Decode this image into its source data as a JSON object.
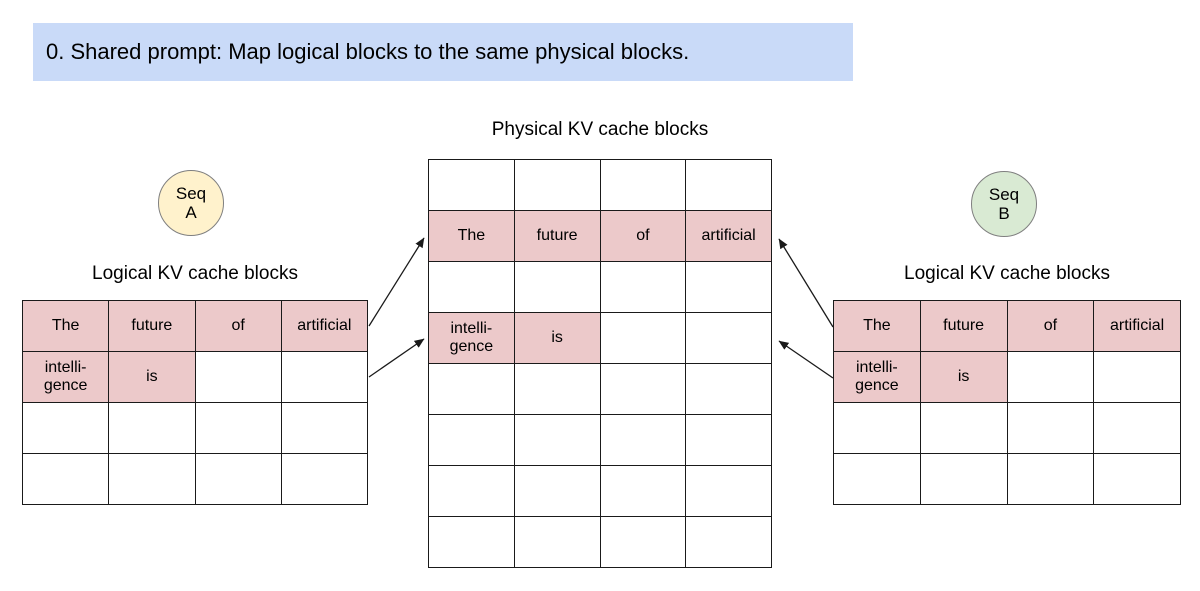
{
  "colors": {
    "banner_bg": "#c9daf8",
    "highlight_cell": "#ecc9ca",
    "seq_a_fill": "#fff2cc",
    "seq_b_fill": "#d9ead3",
    "circle_border": "#7f7f7f",
    "table_border": "#1a1a1a",
    "text": "#000000"
  },
  "banner": {
    "text": "0. Shared prompt: Map logical blocks to the same physical blocks."
  },
  "physical": {
    "title": "Physical KV cache blocks",
    "rows": [
      [
        "",
        "",
        "",
        ""
      ],
      [
        "The",
        "future",
        "of",
        "artificial"
      ],
      [
        "",
        "",
        "",
        ""
      ],
      [
        "intelli-\ngence",
        "is",
        "",
        ""
      ],
      [
        "",
        "",
        "",
        ""
      ],
      [
        "",
        "",
        "",
        ""
      ],
      [
        "",
        "",
        "",
        ""
      ],
      [
        "",
        "",
        "",
        ""
      ]
    ]
  },
  "seq_a": {
    "badge_line1": "Seq",
    "badge_line2": "A",
    "table_title": "Logical KV cache blocks",
    "rows": [
      [
        "The",
        "future",
        "of",
        "artificial"
      ],
      [
        "intelli-\ngence",
        "is",
        "",
        ""
      ],
      [
        "",
        "",
        "",
        ""
      ],
      [
        "",
        "",
        "",
        ""
      ]
    ]
  },
  "seq_b": {
    "badge_line1": "Seq",
    "badge_line2": "B",
    "table_title": "Logical KV cache blocks",
    "rows": [
      [
        "The",
        "future",
        "of",
        "artificial"
      ],
      [
        "intelli-\ngence",
        "is",
        "",
        ""
      ],
      [
        "",
        "",
        "",
        ""
      ],
      [
        "",
        "",
        "",
        ""
      ]
    ]
  },
  "mappings": [
    {
      "from": "seq_a logical block 0",
      "to": "physical block 1"
    },
    {
      "from": "seq_a logical block 1",
      "to": "physical block 3"
    },
    {
      "from": "seq_b logical block 0",
      "to": "physical block 1"
    },
    {
      "from": "seq_b logical block 1",
      "to": "physical block 3"
    }
  ]
}
